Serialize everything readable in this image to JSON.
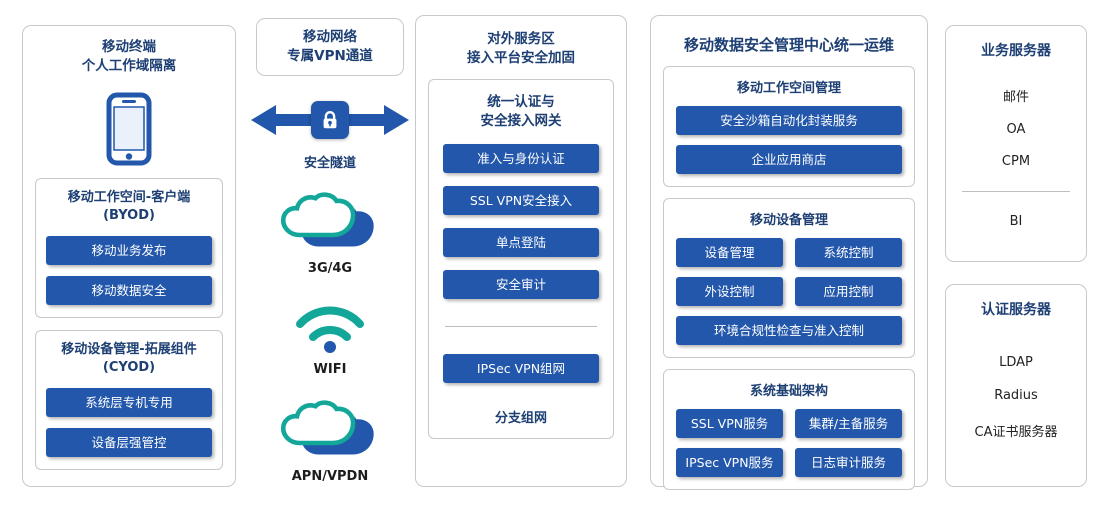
{
  "colors": {
    "primary": "#2257ab",
    "navy": "#1d3f73",
    "teal": "#13a79a",
    "border": "#c9c9c9"
  },
  "terminal": {
    "title1": "移动终端",
    "title2": "个人工作域隔离",
    "byod": {
      "title1": "移动工作空间-客户端",
      "title2": "(BYOD)",
      "buttons": [
        "移动业务发布",
        "移动数据安全"
      ]
    },
    "cyod": {
      "title1": "移动设备管理-拓展组件",
      "title2": "(CYOD)",
      "buttons": [
        "系统层专机专用",
        "设备层强管控"
      ]
    }
  },
  "network": {
    "title1": "移动网络",
    "title2": "专属VPN通道",
    "tunnel": "安全隧道",
    "channels": [
      "3G/4G",
      "WIFI",
      "APN/VPDN"
    ]
  },
  "service_zone": {
    "title1": "对外服务区",
    "title2": "接入平台安全加固",
    "gateway": {
      "title1": "统一认证与",
      "title2": "安全接入网关",
      "buttons": [
        "准入与身份认证",
        "SSL VPN安全接入",
        "单点登陆",
        "安全审计"
      ],
      "branch_button": "IPSec VPN组网",
      "branch_label": "分支组网"
    }
  },
  "management": {
    "title": "移动数据安全管理中心统一运维",
    "sections": [
      {
        "title": "移动工作空间管理",
        "buttons": [
          "安全沙箱自动化封装服务",
          "企业应用商店"
        ]
      },
      {
        "title": "移动设备管理",
        "buttons": [
          "设备管理",
          "系统控制",
          "外设控制",
          "应用控制",
          "环境合规性检查与准入控制"
        ]
      },
      {
        "title": "系统基础架构",
        "buttons": [
          "SSL VPN服务",
          "集群/主备服务",
          "IPSec VPN服务",
          "日志审计服务"
        ]
      }
    ]
  },
  "servers": {
    "business": {
      "title": "业务服务器",
      "items": [
        "邮件",
        "OA",
        "CPM"
      ],
      "below_divider": [
        "BI"
      ]
    },
    "auth": {
      "title": "认证服务器",
      "items": [
        "LDAP",
        "Radius",
        "CA证书服务器"
      ]
    }
  }
}
